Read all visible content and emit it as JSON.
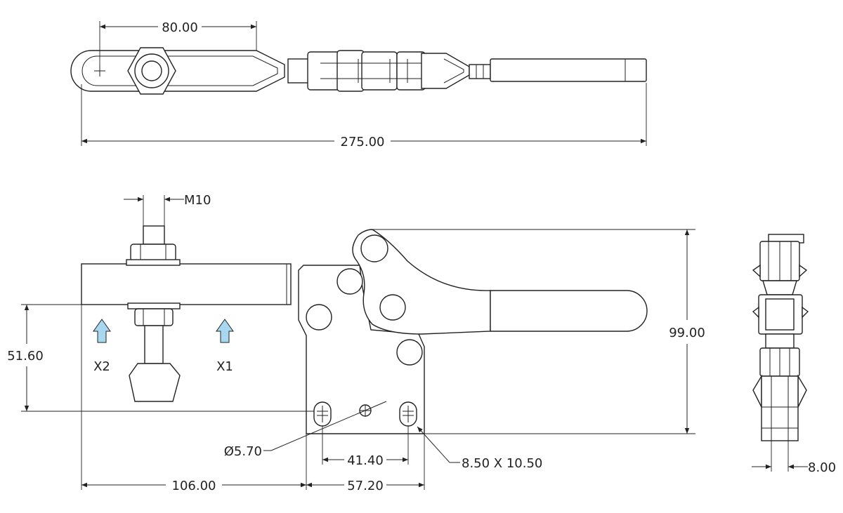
{
  "dimensions": {
    "top_length_80": "80.00",
    "total_length": "275.00",
    "thread": "M10",
    "height_99": "99.00",
    "height_5160": "51.60",
    "hole_dia": "Ø5.70",
    "hole_spacing": "41.40",
    "slot_size": "8.50 X 10.50",
    "base_106": "106.00",
    "base_572": "57.20",
    "side_width": "8.00"
  },
  "labels": {
    "x1": "X1",
    "x2": "X2"
  },
  "colors": {
    "line": "#222222",
    "arrow_fill": "#a8d8f0",
    "background": "#ffffff"
  },
  "icons": {
    "direction_arrow": "up-arrow-icon"
  }
}
